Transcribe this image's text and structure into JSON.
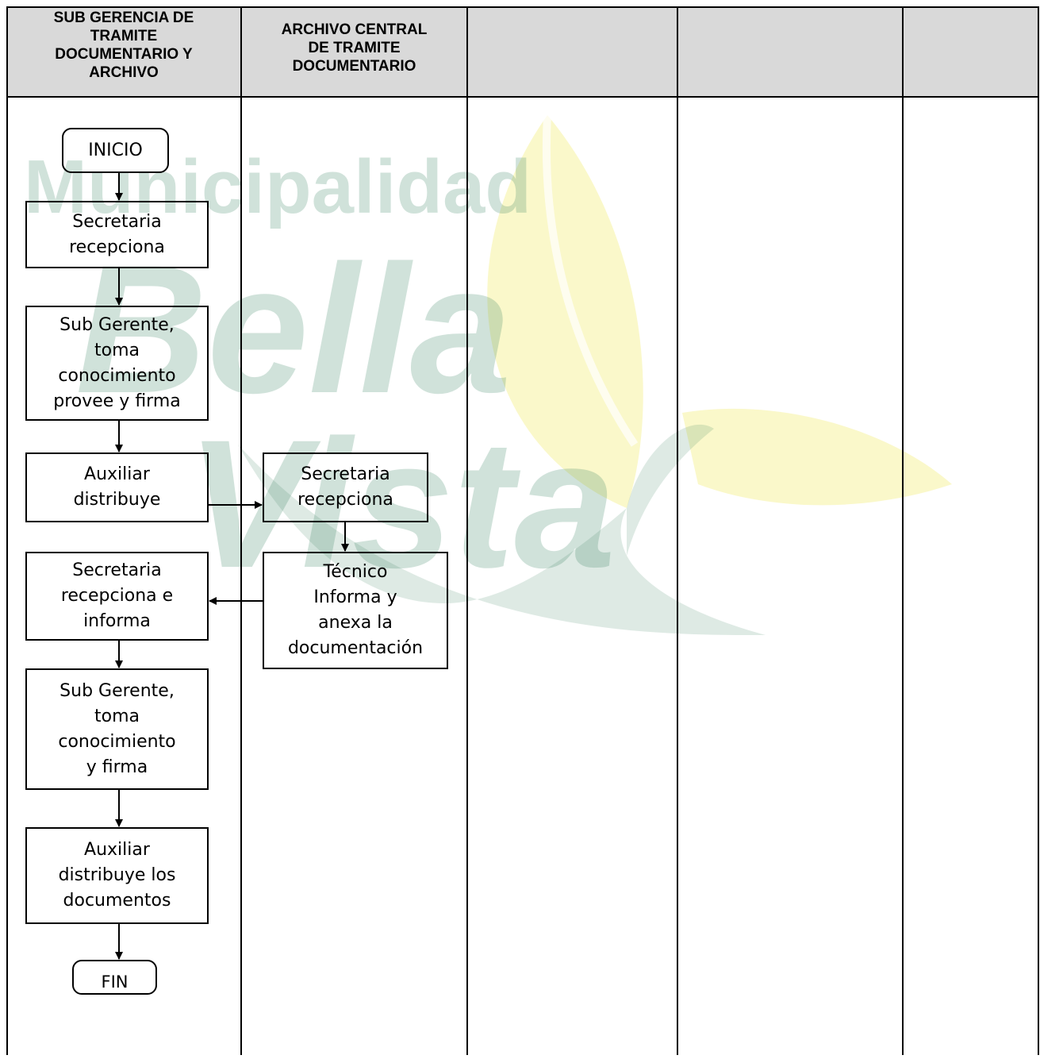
{
  "watermark": {
    "lines": [
      "Municipalidad",
      "Bella",
      "Vista"
    ]
  },
  "lanes": [
    {
      "label": "SUB GERENCIA DE\nTRAMITE\nDOCUMENTARIO Y\nARCHIVO"
    },
    {
      "label": "ARCHIVO CENTRAL\nDE TRAMITE\nDOCUMENTARIO"
    },
    {
      "label": ""
    },
    {
      "label": ""
    },
    {
      "label": ""
    }
  ],
  "flow": {
    "start": "INICIO",
    "step1": "Secretaria\nrecepciona",
    "step2": "Sub Gerente,\ntoma\nconocimiento\nprovee y firma",
    "step3": "Auxiliar\ndistribuye",
    "step4": "Secretaria\nrecepciona",
    "step5": "Técnico\nInforma y\nanexa la\ndocumentación",
    "step6": "Secretaria\nrecepciona e\ninforma",
    "step7": "Sub Gerente,\ntoma\nconocimiento\ny firma",
    "step8": "Auxiliar\ndistribuye los\ndocumentos",
    "end": "FIN"
  },
  "colors": {
    "header_bg": "#d9d9d9",
    "watermark_green": "#2f7d5a",
    "watermark_yellow": "#f3f08a"
  }
}
